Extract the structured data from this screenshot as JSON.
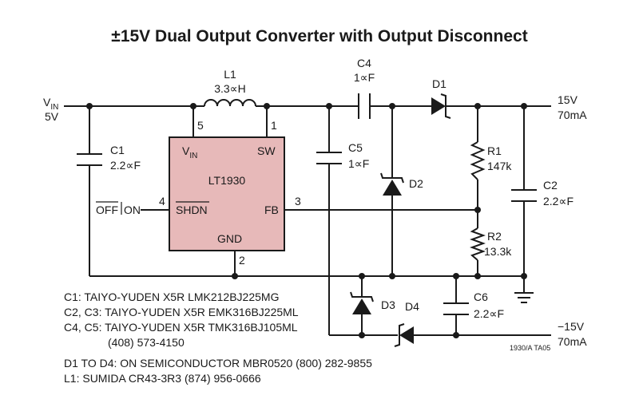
{
  "title": "±15V Dual Output Converter with Output Disconnect",
  "ic": {
    "name": "LT1930",
    "pins": {
      "vin": "V",
      "vin_sub": "IN",
      "sw": "SW",
      "shdn": "SHDN",
      "fb": "FB",
      "gnd": "GND"
    },
    "pin_numbers": {
      "p5": "5",
      "p1": "1",
      "p4": "4",
      "p3": "3",
      "p2": "2"
    },
    "fill_color": "#e7b9b9"
  },
  "input": {
    "label": "V",
    "label_sub": "IN",
    "value": "5V"
  },
  "shutdown_control": {
    "off": "OFF",
    "on": "ON"
  },
  "components": {
    "L1": {
      "name": "L1",
      "value": "3.3∝H"
    },
    "C1": {
      "name": "C1",
      "value": "2.2∝F"
    },
    "C2": {
      "name": "C2",
      "value": "2.2∝F"
    },
    "C4": {
      "name": "C4",
      "value": "1∝F"
    },
    "C5": {
      "name": "C5",
      "value": "1∝F"
    },
    "C6": {
      "name": "C6",
      "value": "2.2∝F"
    },
    "R1": {
      "name": "R1",
      "value": "147k"
    },
    "R2": {
      "name": "R2",
      "value": "13.3k"
    },
    "D1": {
      "name": "D1"
    },
    "D2": {
      "name": "D2"
    },
    "D3": {
      "name": "D3"
    },
    "D4": {
      "name": "D4"
    }
  },
  "outputs": {
    "positive": {
      "voltage": "15V",
      "current": "70mA"
    },
    "negative": {
      "voltage": "−15V",
      "current": "70mA"
    }
  },
  "figure_id": "1930/A TA05",
  "notes": [
    "C1: TAIYO-YUDEN X5R LMK212BJ225MG",
    "C2, C3: TAIYO-YUDEN X5R EMK316BJ225ML",
    "C4, C5: TAIYO-YUDEN X5R TMK316BJ105ML",
    "(408) 573-4150",
    "D1 TO D4: ON SEMICONDUCTOR MBR0520 (800) 282-9855",
    "L1: SUMIDA CR43-3R3 (874) 956-0666"
  ]
}
